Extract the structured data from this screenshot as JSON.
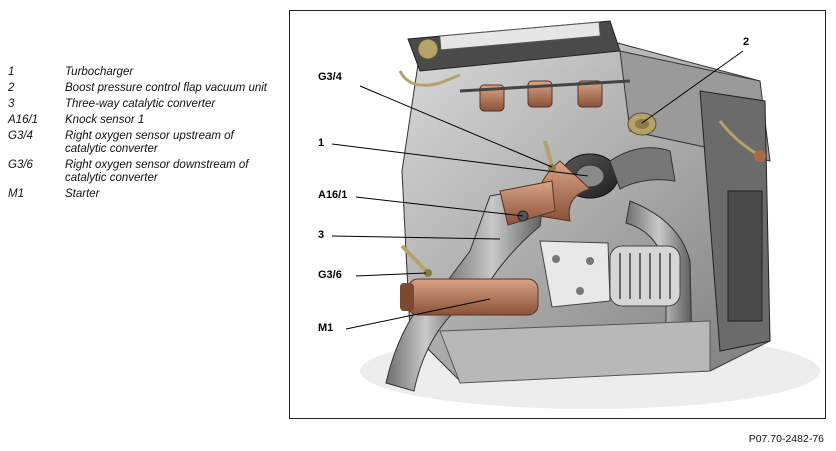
{
  "legend": [
    {
      "code": "1",
      "desc": "Turbocharger"
    },
    {
      "code": "2",
      "desc": "Boost pressure control flap vacuum unit"
    },
    {
      "code": "3",
      "desc": "Three-way catalytic converter"
    },
    {
      "code": "A16/1",
      "desc": "Knock sensor 1"
    },
    {
      "code": "G3/4",
      "desc": "Right oxygen sensor upstream of catalytic converter"
    },
    {
      "code": "G3/6",
      "desc": "Right oxygen sensor downstream of catalytic converter"
    },
    {
      "code": "M1",
      "desc": "Starter"
    }
  ],
  "callouts": {
    "c2": "2",
    "g34": "G3/4",
    "c1": "1",
    "a161": "A16/1",
    "c3": "3",
    "g36": "G3/6",
    "m1": "M1"
  },
  "reference_code": "P07.70-2482-76",
  "colors": {
    "engine_dark": "#3a3a3a",
    "engine_mid": "#8c8c8c",
    "engine_light": "#cfcfcf",
    "copper": "#a86a4a",
    "brass": "#b5a26a"
  }
}
